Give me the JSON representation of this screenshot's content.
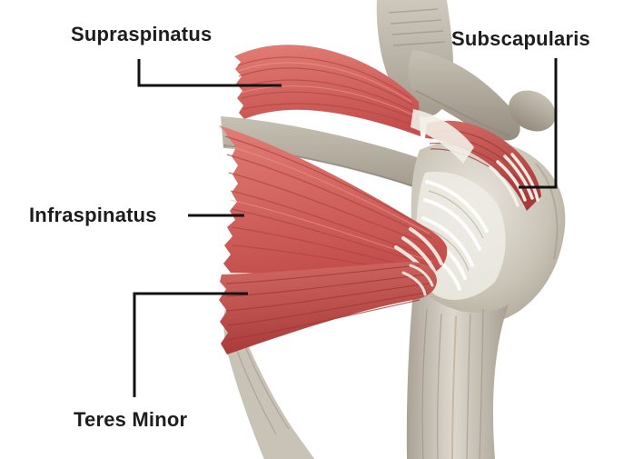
{
  "diagram": {
    "type": "anatomical-illustration",
    "subject": "Rotator cuff muscles of the shoulder (scapula, humerus and four rotator cuff muscles)",
    "background": "#ffffff",
    "labels": {
      "supraspinatus": "Supraspinatus",
      "subscapularis": "Subscapularis",
      "infraspinatus": "Infraspinatus",
      "teres_minor": "Teres Minor"
    },
    "label_targets": {
      "supraspinatus": "red fan-shaped muscle at upper left above the scapular spine",
      "subscapularis": "white tendon band wrapping the humeral head at upper right",
      "infraspinatus": "large red muscle sweeping from left toward the humeral head",
      "teres_minor": "red muscle band below the infraspinatus"
    },
    "colors": {
      "background": "#ffffff",
      "label_text": "#1d1d1d",
      "leader_line": "#111111",
      "muscle_red": "#d4605b",
      "muscle_red_dark": "#ad3e3d",
      "muscle_red_light": "#e4837c",
      "tendon_white": "#f3f0e9",
      "bone_light": "#d6d1c6",
      "bone_mid": "#b3ab9f",
      "bone_dark": "#8d857a"
    }
  }
}
